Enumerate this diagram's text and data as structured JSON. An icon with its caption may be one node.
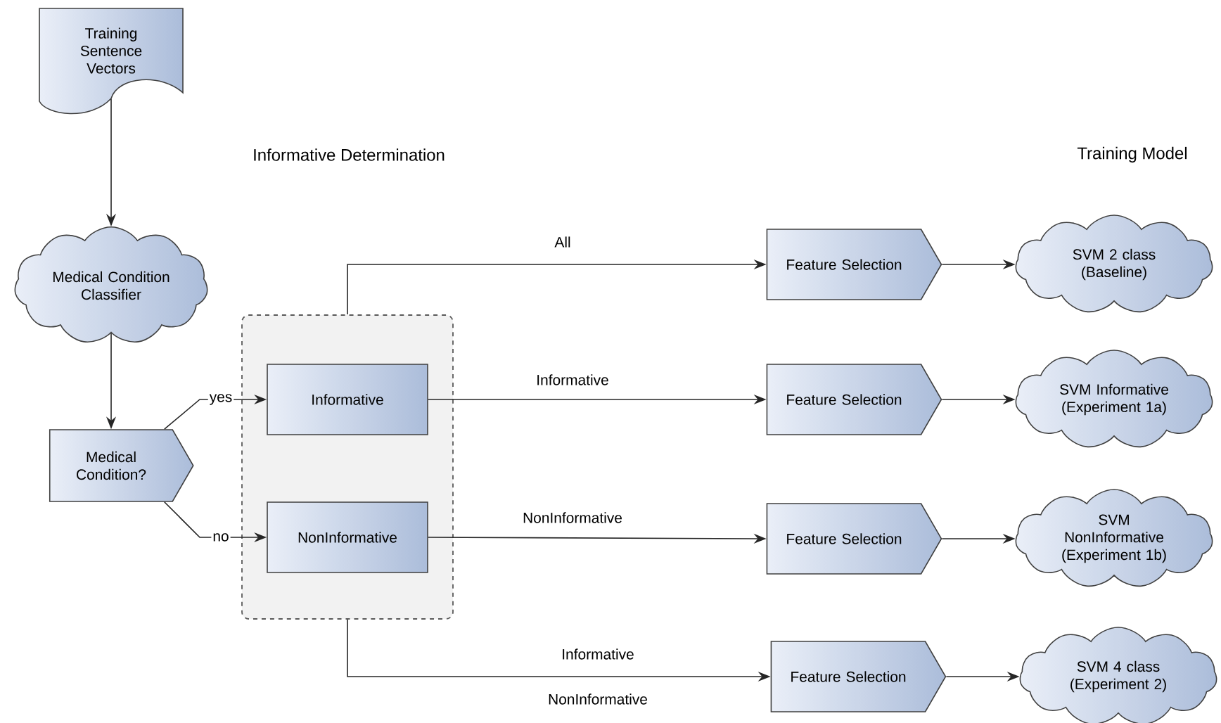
{
  "diagram": {
    "nodes": [
      {
        "text": [
          "Training Sentence Vectors"
        ]
      },
      {
        "text": [
          "Medical Condition Classifier"
        ]
      },
      {
        "text": [
          "Medical Condition?"
        ]
      },
      {
        "text": [],
        "shape": "box"
      },
      {
        "text": [
          "Informative"
        ],
        "in": 3
      },
      {
        "text": [
          "NonInformative"
        ],
        "in": 3
      },
      {
        "text": [
          "Feature Selection"
        ]
      },
      {
        "text": [
          "Feature Selection"
        ]
      },
      {
        "text": [
          "Feature Selection"
        ]
      },
      {
        "text": [
          "Feature Selection"
        ]
      },
      {
        "text": [
          "SVM 2 class (Baseline)"
        ]
      },
      {
        "text": [
          "SVM Informative (Experiment 1a)"
        ]
      },
      {
        "text": [
          "SVM NonInformative (Experiment 1b)"
        ]
      },
      {
        "text": [
          "SVM 4 class (Experiment 2)"
        ]
      }
    ],
    "edges": [
      {
        "from": 0,
        "to": 1,
        "arrow": "to"
      },
      {
        "from": 1,
        "to": 2,
        "arrow": "to"
      },
      {
        "from": 2,
        "to": 4,
        "arrow": "to",
        "label": "yes"
      },
      {
        "from": 2,
        "to": 5,
        "arrow": "to",
        "label": "no"
      },
      {
        "from": 3,
        "to": 6,
        "arrow": "to",
        "label": "All"
      },
      {
        "from": 4,
        "to": 7,
        "arrow": "to",
        "label": "Informative"
      },
      {
        "from": 5,
        "to": 8,
        "arrow": "to",
        "label": "NonInformative"
      },
      {
        "from": 3,
        "to": 9,
        "arrow": "to",
        "label": "Informative"
      },
      {
        "from": 6,
        "to": 10,
        "arrow": "to"
      },
      {
        "from": 7,
        "to": 11,
        "arrow": "to"
      },
      {
        "from": 8,
        "to": 12,
        "arrow": "to"
      },
      {
        "from": 9,
        "to": 13,
        "arrow": "to"
      }
    ],
    "labels": [
      "Informative Determination",
      "Training Model",
      "NonInformative"
    ]
  }
}
